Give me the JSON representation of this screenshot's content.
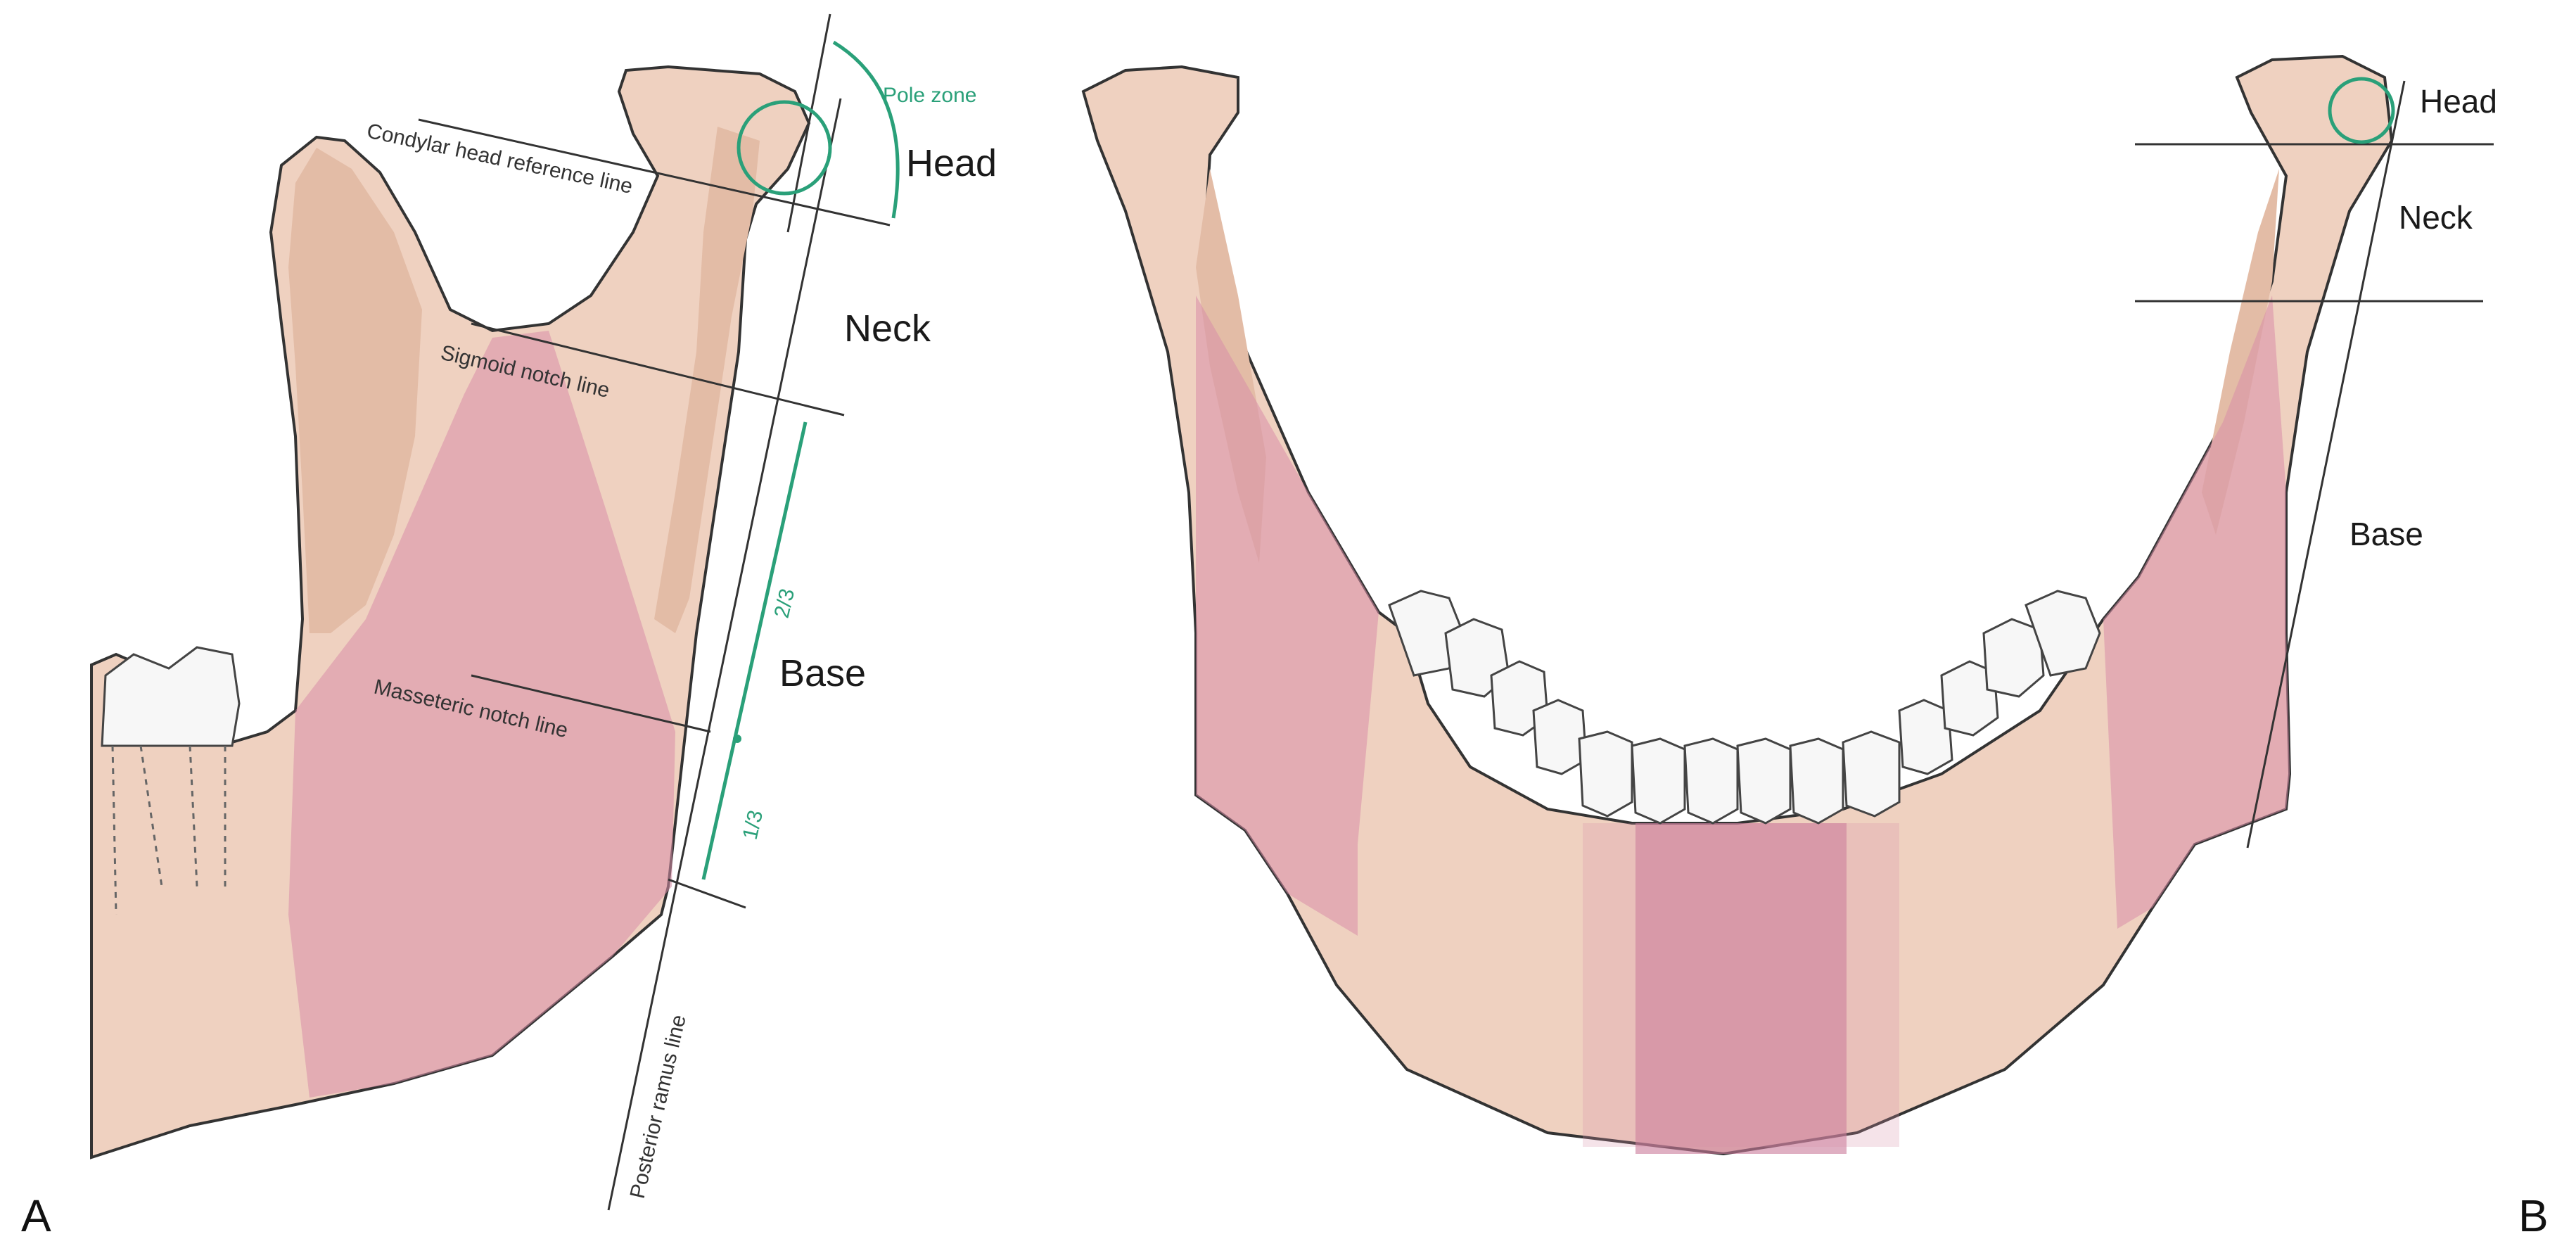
{
  "panels": {
    "a": {
      "panel_label": "A",
      "zone_labels": {
        "head": "Head",
        "neck": "Neck",
        "base": "Base"
      },
      "line_labels": {
        "condylar_head": "Condylar head reference line",
        "sigmoid_notch": "Sigmoid notch line",
        "masseteric_notch": "Masseteric notch line",
        "posterior_ramus": "Posterior ramus line"
      },
      "annotations": {
        "pole_zone": "Pole zone",
        "two_thirds": "2/3",
        "one_third": "1/3"
      }
    },
    "b": {
      "panel_label": "B",
      "zone_labels": {
        "head": "Head",
        "neck": "Neck",
        "base": "Base"
      }
    }
  },
  "colors": {
    "bone": "#efd1c0",
    "bone_shadow": "#e3bca6",
    "muscle_zone": "#d98ea7",
    "pole_marker": "#2aa079",
    "line": "#333333"
  }
}
